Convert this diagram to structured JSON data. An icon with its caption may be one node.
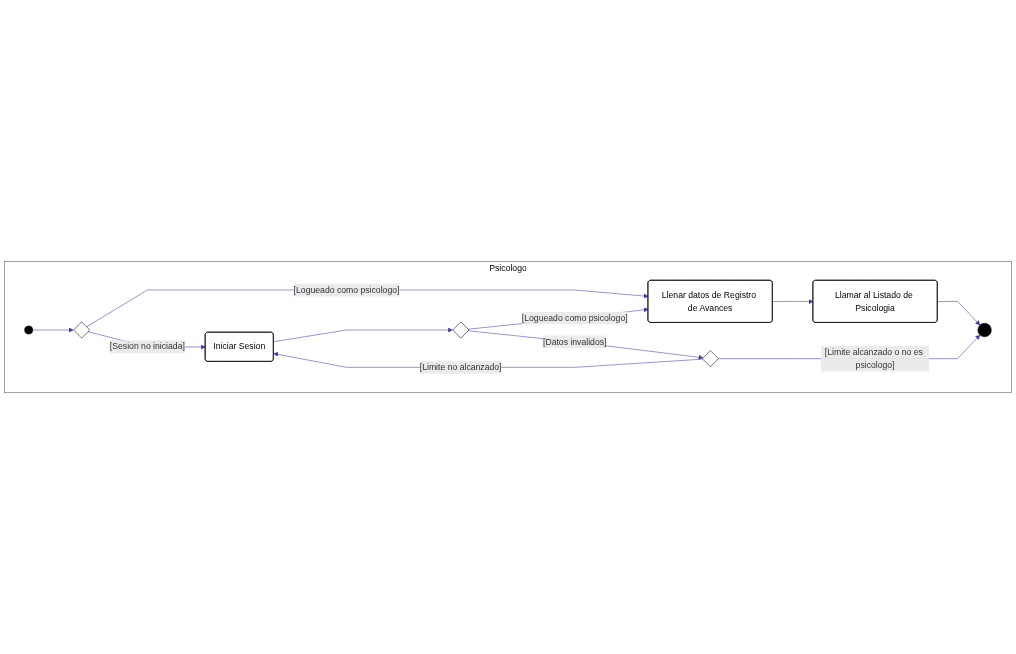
{
  "diagram": {
    "nodes": [
      {
        "text": [
          "Psicologo"
        ]
      },
      {
        "text": [],
        "shape": "circle",
        "in": 0
      },
      {
        "text": [],
        "shape": "diamond",
        "in": 0
      },
      {
        "text": [
          "Llenar datos de Registro de Avances"
        ],
        "in": 0
      },
      {
        "text": [
          "Iniciar Sesion"
        ],
        "in": 0
      },
      {
        "text": [
          "Llamar al Listado de Psicologia"
        ],
        "in": 0
      },
      {
        "text": [],
        "shape": "diamond",
        "in": 0
      },
      {
        "text": [],
        "shape": "diamond",
        "in": 0
      },
      {
        "text": [],
        "shape": "circle",
        "in": 0
      }
    ],
    "edges": [
      {
        "from": 1,
        "to": 2,
        "arrow": "to"
      },
      {
        "from": 2,
        "to": 3,
        "arrow": "to",
        "label": "[Logueado como psicologo]"
      },
      {
        "from": 2,
        "to": 4,
        "arrow": "to",
        "label": "[Sesion no iniciada]"
      },
      {
        "from": 3,
        "to": 5,
        "arrow": "to"
      },
      {
        "from": 4,
        "to": 6,
        "arrow": "to"
      },
      {
        "from": 6,
        "to": 3,
        "arrow": "to",
        "label": "[Logueado como psicologo]"
      },
      {
        "from": 6,
        "to": 7,
        "arrow": "to",
        "label": "[Datos invalidos]"
      },
      {
        "from": 7,
        "to": 8,
        "arrow": "to",
        "label": "[Limite alcanzado o no es psicologo]"
      },
      {
        "from": 5,
        "to": 8,
        "arrow": "to"
      },
      {
        "from": 7,
        "to": 4,
        "arrow": "to",
        "label": "[Limite no alcanzado]"
      }
    ]
  }
}
